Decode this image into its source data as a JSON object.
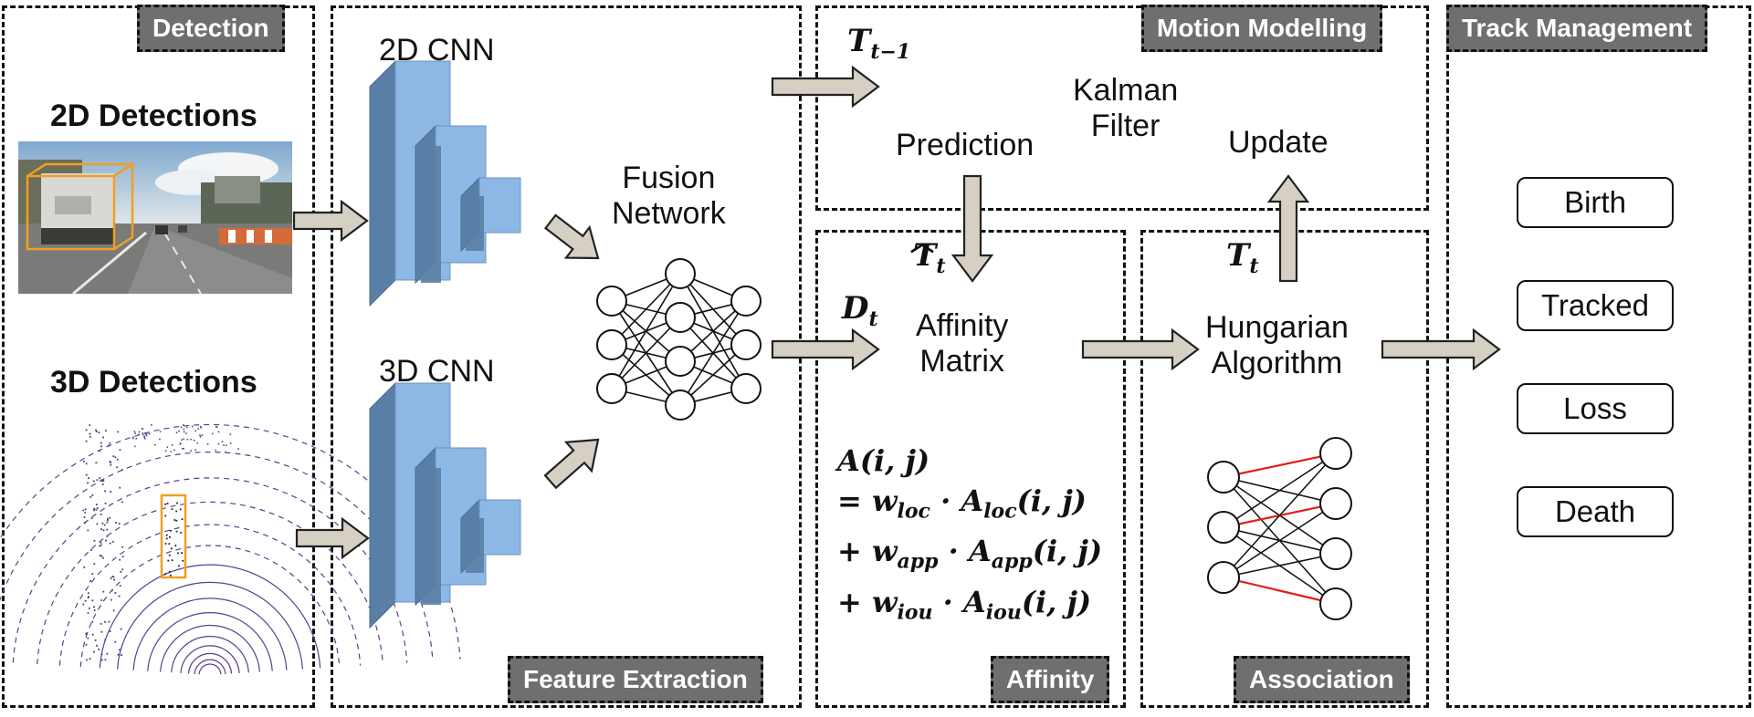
{
  "panels": {
    "detection": "Detection",
    "feature_extraction": "Feature Extraction",
    "motion_modelling": "Motion Modelling",
    "affinity": "Affinity",
    "association": "Association",
    "track_management": "Track Management"
  },
  "detection": {
    "label_2d": "2D Detections",
    "label_3d": "3D Detections"
  },
  "feature_extraction": {
    "cnn_2d": "2D CNN",
    "cnn_3d": "3D CNN",
    "fusion_line1": "Fusion",
    "fusion_line2": "Network"
  },
  "motion": {
    "t_prev": "T",
    "t_prev_sub": "t−1",
    "kalman_line1": "Kalman",
    "kalman_line2": "Filter",
    "prediction": "Prediction",
    "update": "Update"
  },
  "affinity": {
    "t_hat": "T",
    "t_hat_sub": "t",
    "d_t": "D",
    "d_t_sub": "t",
    "label_line1": "Affinity",
    "label_line2": "Matrix",
    "eq_line1": "A(i, j)",
    "eq_line2_pre": "= w",
    "eq_line2_sub1": "loc",
    "eq_line2_mid": " · A",
    "eq_line2_sub2": "loc",
    "eq_line2_post": "(i, j)",
    "eq_line3_pre": "+ w",
    "eq_line3_sub1": "app",
    "eq_line3_mid": " · A",
    "eq_line3_sub2": "app",
    "eq_line3_post": "(i, j)",
    "eq_line4_pre": "+ w",
    "eq_line4_sub1": "iou",
    "eq_line4_mid": " · A",
    "eq_line4_sub2": "iou",
    "eq_line4_post": "(i, j)"
  },
  "association": {
    "t_t": "T",
    "t_t_sub": "t",
    "label_line1": "Hungarian",
    "label_line2": "Algorithm"
  },
  "track_states": [
    "Birth",
    "Tracked",
    "Loss",
    "Death"
  ],
  "colors": {
    "cube_front": "#8db8e6",
    "cube_side": "#5a7fa6",
    "cube_top": "#a9ccef",
    "arrow_fill": "#d6d0c4",
    "tag_bg": "#6f6f6f",
    "match_edge": "#e02020",
    "bbox": "#f0a020",
    "lidar": "#5b3f8f"
  }
}
